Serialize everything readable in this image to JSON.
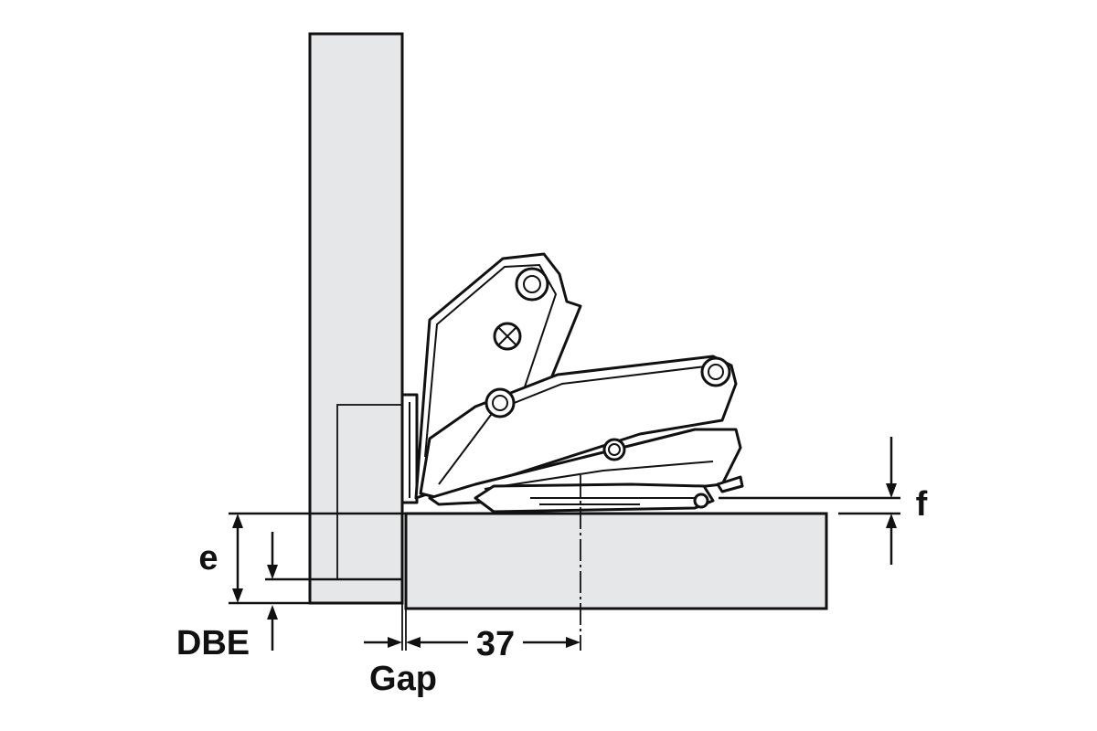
{
  "labels": {
    "e": "e",
    "dbe": "DBE",
    "f": "f",
    "gap": "Gap",
    "dimension_37": "37"
  },
  "colors": {
    "panel_fill": "#e6e7e8",
    "stroke": "#111111",
    "background": "#ffffff"
  }
}
